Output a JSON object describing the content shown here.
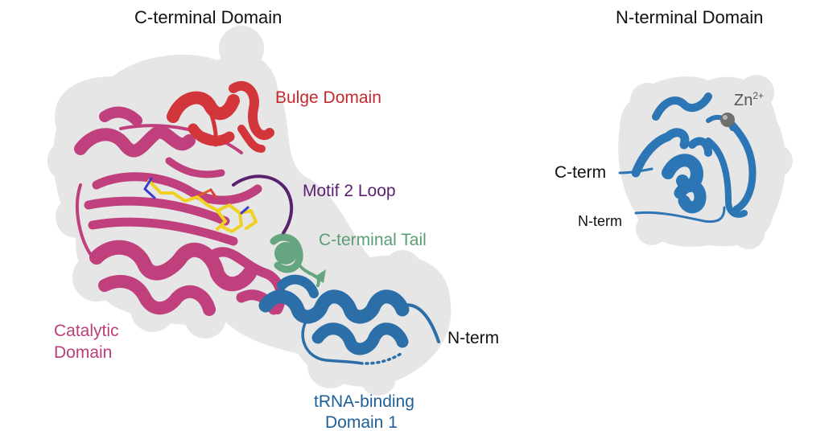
{
  "titles": {
    "c_terminal": "C-terminal Domain",
    "n_terminal": "N-terminal Domain"
  },
  "labels": {
    "bulge": "Bulge Domain",
    "motif2": "Motif 2 Loop",
    "c_tail": "C-terminal Tail",
    "catalytic_line1": "Catalytic",
    "catalytic_line2": "Domain",
    "nterm_left": "N-term",
    "trna_line1": "tRNA-binding",
    "trna_line2": "Domain 1",
    "cterm_right": "C-term",
    "nterm_right": "N-term",
    "zn": "Zn",
    "zn_charge": "2+"
  },
  "colors": {
    "surface": "#e6e6e6",
    "catalytic": "#c0407e",
    "bulge": "#d2363a",
    "motif2": "#5a2170",
    "c_tail": "#4f9a6e",
    "trna": "#2b6ea8",
    "nterm_domain": "#2c76b5",
    "ligand": "#f0d020",
    "zinc": "#777777"
  }
}
